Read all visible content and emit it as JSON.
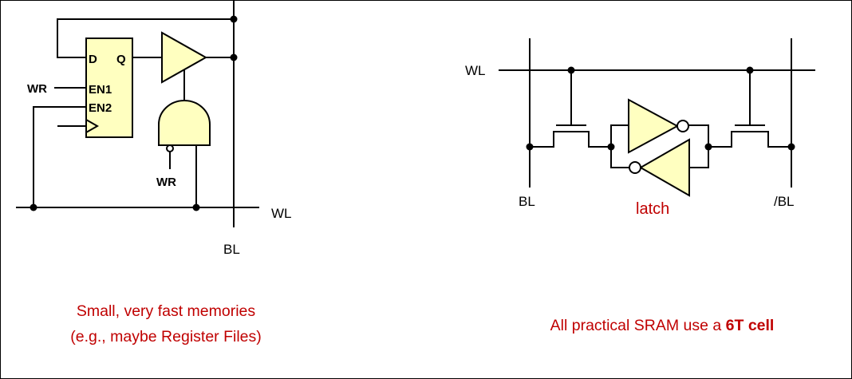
{
  "left_circuit": {
    "pin_d": "D",
    "pin_q": "Q",
    "pin_en1": "EN1",
    "pin_en2": "EN2",
    "wr_input": "WR",
    "wr_gate": "WR",
    "wl": "WL",
    "bl": "BL",
    "caption_line1": "Small, very fast memories",
    "caption_line2": "(e.g., maybe Register Files)"
  },
  "right_circuit": {
    "wl": "WL",
    "bl": "BL",
    "bl_bar": "/BL",
    "latch": "latch",
    "caption_prefix": "All practical SRAM use a ",
    "caption_bold": "6T cell"
  },
  "colors": {
    "fill": "#ffffc0",
    "caption": "#c00000",
    "wire": "#000000"
  }
}
